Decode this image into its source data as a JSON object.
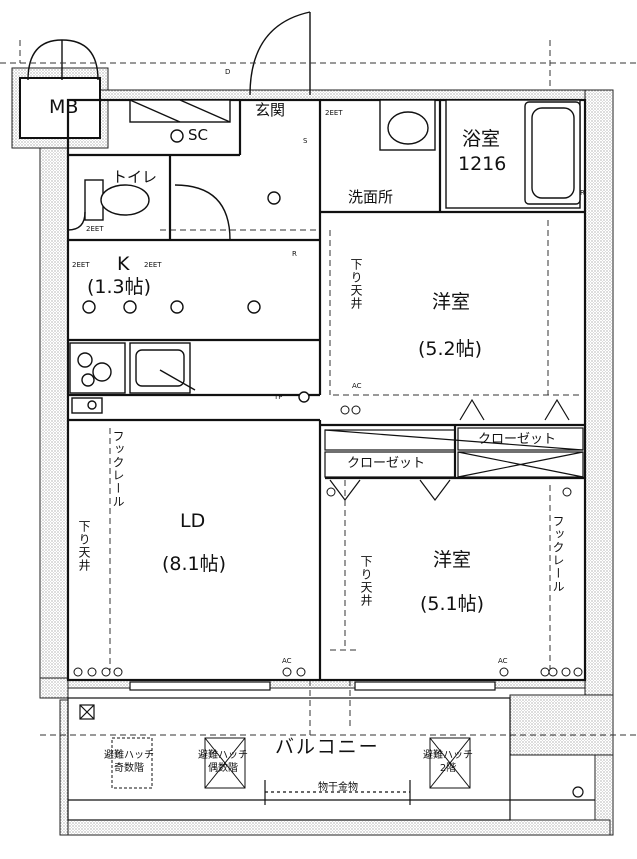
{
  "rooms": {
    "mb": "MB",
    "sc": "SC",
    "entrance": "玄関",
    "toilet": "トイレ",
    "bath_name": "浴室",
    "bath_size": "1216",
    "washroom": "洗面所",
    "kitchen_name": "K",
    "kitchen_size": "(1.3帖)",
    "west1_name": "洋室",
    "west1_size": "(5.2帖)",
    "ld_name": "LD",
    "ld_size": "(8.1帖)",
    "west2_name": "洋室",
    "west2_size": "(5.1帖)",
    "balcony": "バルコニー"
  },
  "closets": {
    "closet_right": "クローゼット",
    "closet_left": "クローゼット"
  },
  "notes": {
    "shita_tenjo_1": "下り天井",
    "shita_tenjo_ld": "下り天井",
    "shita_tenjo_2": "下り天井",
    "hook_rail_ld": "フックレール",
    "hook_rail_right": "フックレール",
    "drying_rack": "物干金物",
    "eet_1": "2EET",
    "eet_2": "2EET",
    "eet_3": "2EET",
    "eet_4": "2EET",
    "ac_1": "AC",
    "ac_2": "AC",
    "ac_3": "AC",
    "tp": "TP",
    "d": "D",
    "r_1": "R",
    "r_2": "R",
    "s": "S"
  },
  "hatches": {
    "odd_line1": "避難ハッチ",
    "odd_line2": "奇数階",
    "even_line1": "避難ハッチ",
    "even_line2": "偶数階",
    "second_line1": "避難ハッチ",
    "second_line2": "2階"
  }
}
